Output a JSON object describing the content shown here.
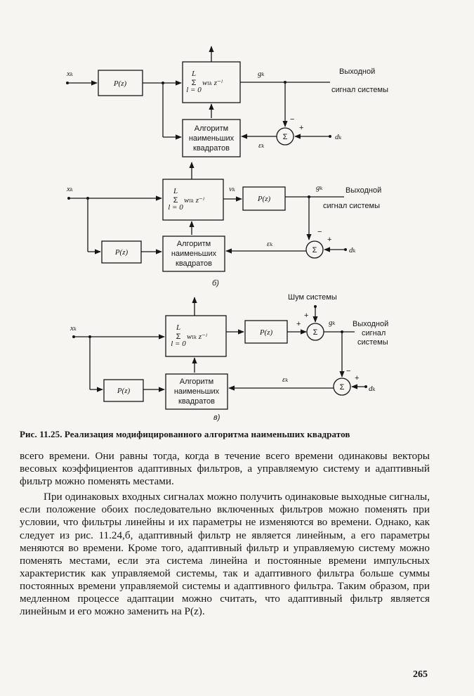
{
  "figure": {
    "block_pz": "P(z)",
    "block_lms": [
      "Алгоритм",
      "наименьших",
      "квадратов"
    ],
    "sum_symbol": "Σ",
    "filter_sum_top": "L",
    "filter_sum_bottom": "l = 0",
    "filter_sum_symbol": "Σ",
    "filter_term": "wₗₖ z⁻ˡ",
    "input_x": "xₖ",
    "output_g": "gₖ",
    "desired_d": "dₖ",
    "error_e": "εₖ",
    "inter_v": "vₖ",
    "output_label_a": [
      "Выходной",
      "сигнал системы"
    ],
    "output_label_b": [
      "Выходной",
      "сигнал системы"
    ],
    "output_label_c": [
      "Выходной",
      "сигнал",
      "системы"
    ],
    "noise_label": "Шум системы",
    "plus": "+",
    "minus": "−",
    "sublabel_b": "б)",
    "sublabel_c": "в)"
  },
  "caption": "Рис. 11.25. Реализация модифицированного алгоритма наименьших квадратов",
  "paragraphs": [
    "всего времени. Они равны тогда, когда в течение всего времени одинаковы векторы весовых коэффициентов адаптивных фильтров, а управляемую систему и адаптивный фильтр можно поменять местами.",
    "При одинаковых входных сигналах можно получить одинаковые выходные сигналы, если положение обоих последовательно включенных фильтров можно поменять при условии, что фильтры линейны и их параметры не изменяются во времени. Однако, как следует из рис. 11.24,б, адаптивный фильтр не является линейным, а его параметры меняются во времени. Кроме того, адаптивный фильтр и управляемую систему можно поменять местами, если эта система линейна и постоянные времени импульсных характеристик как управляемой системы, так и адаптивного фильтра больше суммы постоянных времени управляемой системы и адаптивного фильтра. Таким образом, при медленном процессе адаптации можно считать, что адаптивный фильтр является линейным и его можно заменить на P(z)."
  ],
  "page_number": "265"
}
